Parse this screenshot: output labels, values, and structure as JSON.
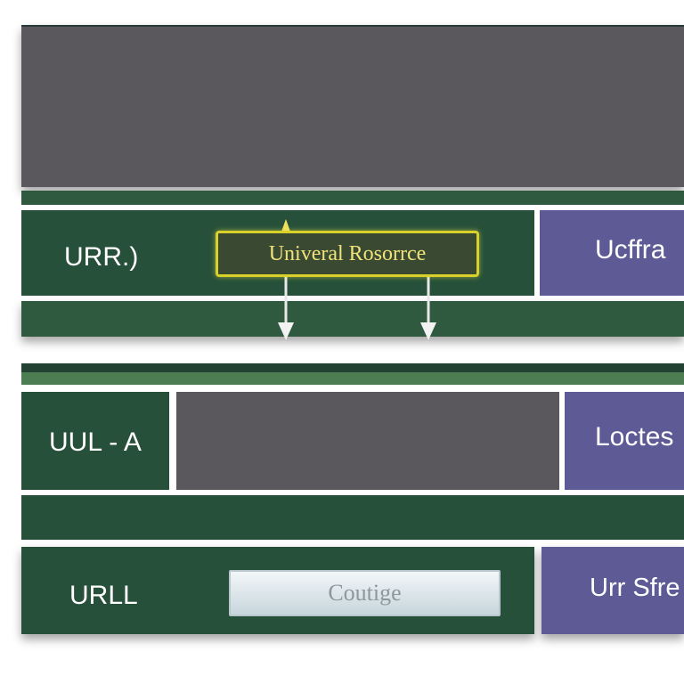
{
  "top_section": {},
  "row1": {
    "left_label": "URR.)",
    "callout_text": "Univeral Rosorrce",
    "right_label": "Ucffra"
  },
  "row2": {
    "left_label": "UUL - A",
    "right_label": "Loctes"
  },
  "row3": {
    "left_label": "URLL",
    "field_value": "Coutige",
    "right_label": "Urr Sfre"
  },
  "colors": {
    "dark_green": "#27503a",
    "mid_green": "#2f5a40",
    "light_green": "#4d7d52",
    "grey": "#5a585c",
    "purple": "#5d5a96",
    "callout_border": "#d9d02a"
  }
}
